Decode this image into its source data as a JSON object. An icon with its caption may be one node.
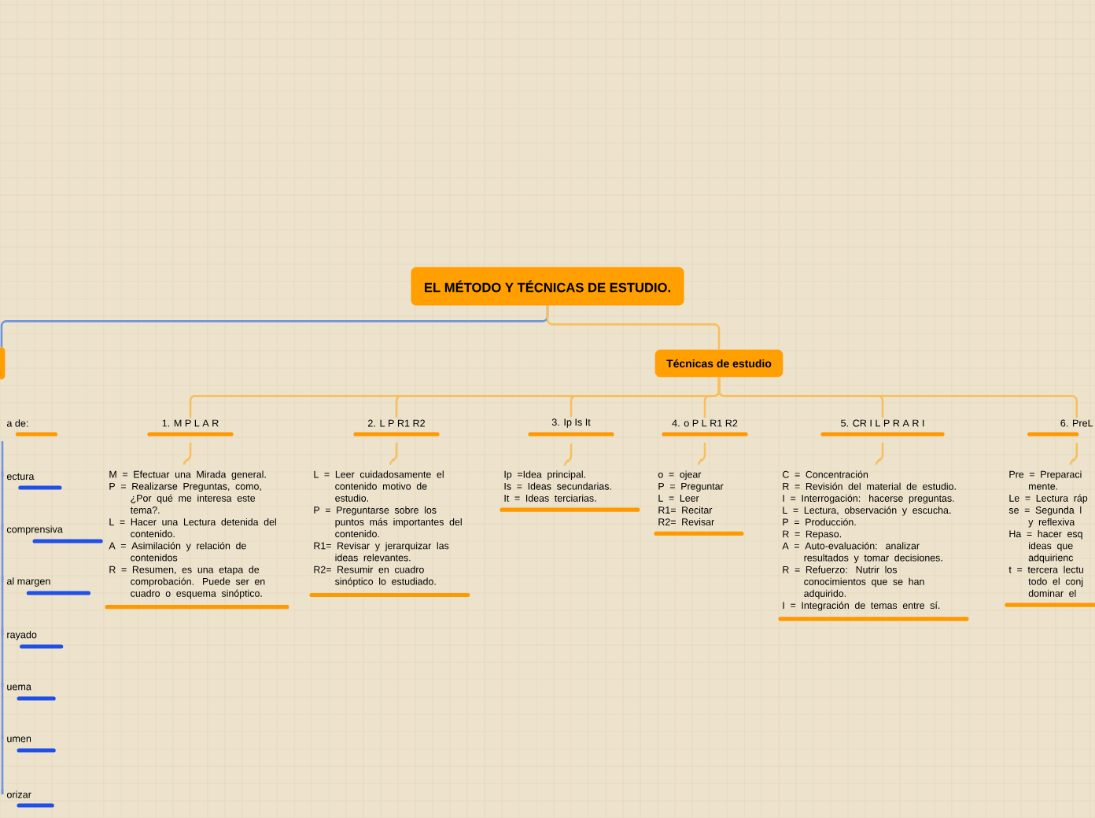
{
  "diagram": {
    "nodes": [
      {
        "text": [
          "EL MÉTODO Y TÉCNICAS DE ESTUDIO."
        ]
      },
      {
        "text": [],
        "shape": "box"
      },
      {
        "text": [
          "Técnicas de estudio"
        ]
      },
      {
        "text": [
          "a de:"
        ]
      },
      {
        "text": [
          "ectura"
        ]
      },
      {
        "text": [
          "comprensiva"
        ]
      },
      {
        "text": [
          "al margen"
        ]
      },
      {
        "text": [
          "rayado"
        ]
      },
      {
        "text": [
          "uema"
        ]
      },
      {
        "text": [
          "umen"
        ]
      },
      {
        "text": [
          "orizar"
        ]
      },
      {
        "text": [
          "1. M P L A R"
        ]
      },
      {
        "text": [
          "M = Efectuar una Mirada general.",
          "P = Realizarse Preguntas, como, ¿Por qué me interesa este tema?.",
          "L = Hacer una Lectura detenida del contenido.",
          "A = Asimilación y relación de contenidos",
          "R = Resumen, es una etapa de comprobación. Puede ser en cuadro o esquema sinóptico."
        ]
      },
      {
        "text": [
          "2. L P R1 R2"
        ]
      },
      {
        "text": [
          "L = Leer cuidadosamente el contenido motivo de estudio.",
          "P = Preguntarse sobre los puntos más importantes del contenido.",
          "R1= Revisar y jerarquizar las ideas relevantes.",
          "R2= Resumir en cuadro sinóptico lo estudiado."
        ]
      },
      {
        "text": [
          "3. Ip Is It"
        ]
      },
      {
        "text": [
          "Ip =Idea principal.",
          "Is = Ideas secundarias.",
          "It = Ideas terciarias."
        ]
      },
      {
        "text": [
          "4. o P L R1 R2"
        ]
      },
      {
        "text": [
          "o = ojear",
          "P = Preguntar",
          "L = Leer",
          "R1= Recitar",
          "R2= Revisar"
        ]
      },
      {
        "text": [
          "5. CR I L P R A R I"
        ]
      },
      {
        "text": [
          "C = Concentración",
          "R = Revisión del material de estudio.",
          "I = Interrogación: hacerse preguntas.",
          "L = Lectura, observación y escucha.",
          "P = Producción.",
          "R = Repaso.",
          "A = Auto-evaluación: analizar resultados y tomar decisiones.",
          "R = Refuerzo: Nutrir los conocimientos que se han adquirido.",
          "I = Integración de temas entre sí."
        ]
      },
      {
        "text": [
          "6. PreL"
        ]
      },
      {
        "text": [
          "Pre = Preparaci",
          "mente.",
          "Le = Lectura ráp",
          "se = Segunda l",
          "y reflexiva",
          "Ha = hacer esq",
          "ideas que",
          "adquirienc",
          "t = tercera lectu",
          "todo el conj",
          "dominar el"
        ]
      }
    ],
    "edges": [
      {
        "from": 0,
        "to": 1,
        "arrow": "none",
        "color": "#6f95e0"
      },
      {
        "from": 0,
        "to": 2,
        "arrow": "none"
      },
      {
        "from": 3,
        "to": 4,
        "arrow": "none",
        "color": "#6f95e0"
      },
      {
        "from": 3,
        "to": 5,
        "arrow": "none",
        "color": "#6f95e0"
      },
      {
        "from": 3,
        "to": 6,
        "arrow": "none",
        "color": "#6f95e0"
      },
      {
        "from": 3,
        "to": 7,
        "arrow": "none",
        "color": "#6f95e0"
      },
      {
        "from": 3,
        "to": 8,
        "arrow": "none",
        "color": "#6f95e0"
      },
      {
        "from": 3,
        "to": 9,
        "arrow": "none",
        "color": "#6f95e0"
      },
      {
        "from": 3,
        "to": 10,
        "arrow": "none",
        "color": "#6f95e0"
      },
      {
        "from": 2,
        "to": 11,
        "arrow": "none"
      },
      {
        "from": 2,
        "to": 13,
        "arrow": "none"
      },
      {
        "from": 2,
        "to": 15,
        "arrow": "none"
      },
      {
        "from": 2,
        "to": 17,
        "arrow": "none"
      },
      {
        "from": 2,
        "to": 19,
        "arrow": "none"
      },
      {
        "from": 2,
        "to": 21,
        "arrow": "none"
      },
      {
        "from": 11,
        "to": 12,
        "arrow": "none"
      },
      {
        "from": 13,
        "to": 14,
        "arrow": "none"
      },
      {
        "from": 15,
        "to": 16,
        "arrow": "none"
      },
      {
        "from": 17,
        "to": 18,
        "arrow": "none"
      },
      {
        "from": 19,
        "to": 20,
        "arrow": "none"
      },
      {
        "from": 21,
        "to": 22,
        "arrow": "none"
      }
    ]
  }
}
